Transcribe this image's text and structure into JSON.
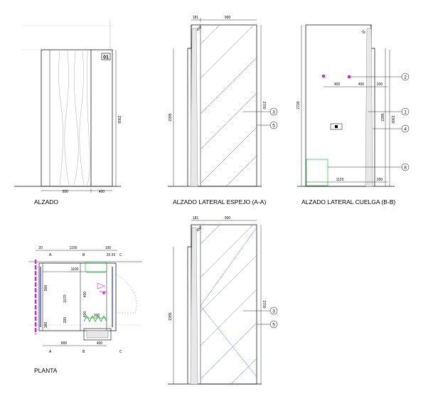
{
  "colors": {
    "line": "#000000",
    "hatch": "#4a5bd8",
    "green": "#22c03a",
    "magenta": "#e020e0",
    "grey": "#9a9a9a"
  },
  "captions": {
    "alzado": "ALZADO",
    "espejo": "ALZADO LATERAL ESPEJO (A-A)",
    "cuelga": "ALZADO LATERAL CUELGA (B-B)",
    "planta": "PLANTA"
  },
  "alzado": {
    "tag": "01",
    "dim_800": "800",
    "dim_400": "400",
    "dim_2300": "2300"
  },
  "espejo": {
    "dim_181": "181",
    "dim_900": "900",
    "dim_diag": "450",
    "dim_2700": "2700",
    "dim_2285": "2285",
    "callout_3": "3",
    "callout_5": "5"
  },
  "cuelga": {
    "dim_2700": "2700",
    "dim_2285": "2285",
    "dim_2300": "2300",
    "dim_diag": "20",
    "dim_400a": "400",
    "dim_400b": "400",
    "dim_200a": "200",
    "dim_1120": "1120",
    "dim_200b": "200",
    "callout_2": "2",
    "callout_1": "1",
    "callout_4": "4",
    "callout_8": "8"
  },
  "planta": {
    "dim_20": "20",
    "dim_1100": "1100",
    "dim_100": "100",
    "dim_2020": "20 20",
    "dim_1100b": "1100",
    "dim_900": "900",
    "dim_1070": "1070",
    "dim_400": "400",
    "dim_400b": "400",
    "dim_300": "300",
    "dim_200": "200",
    "dim_180": "180",
    "dim_800": "800",
    "dim_400c": "400",
    "sec_a": "A",
    "sec_b": "B",
    "sec_c": "C"
  },
  "lower": {
    "dim_181": "181",
    "dim_900": "900",
    "dim_diag": "450",
    "dim_2700": "2700",
    "dim_2285": "2285",
    "callout_3": "3",
    "callout_5": "5"
  }
}
